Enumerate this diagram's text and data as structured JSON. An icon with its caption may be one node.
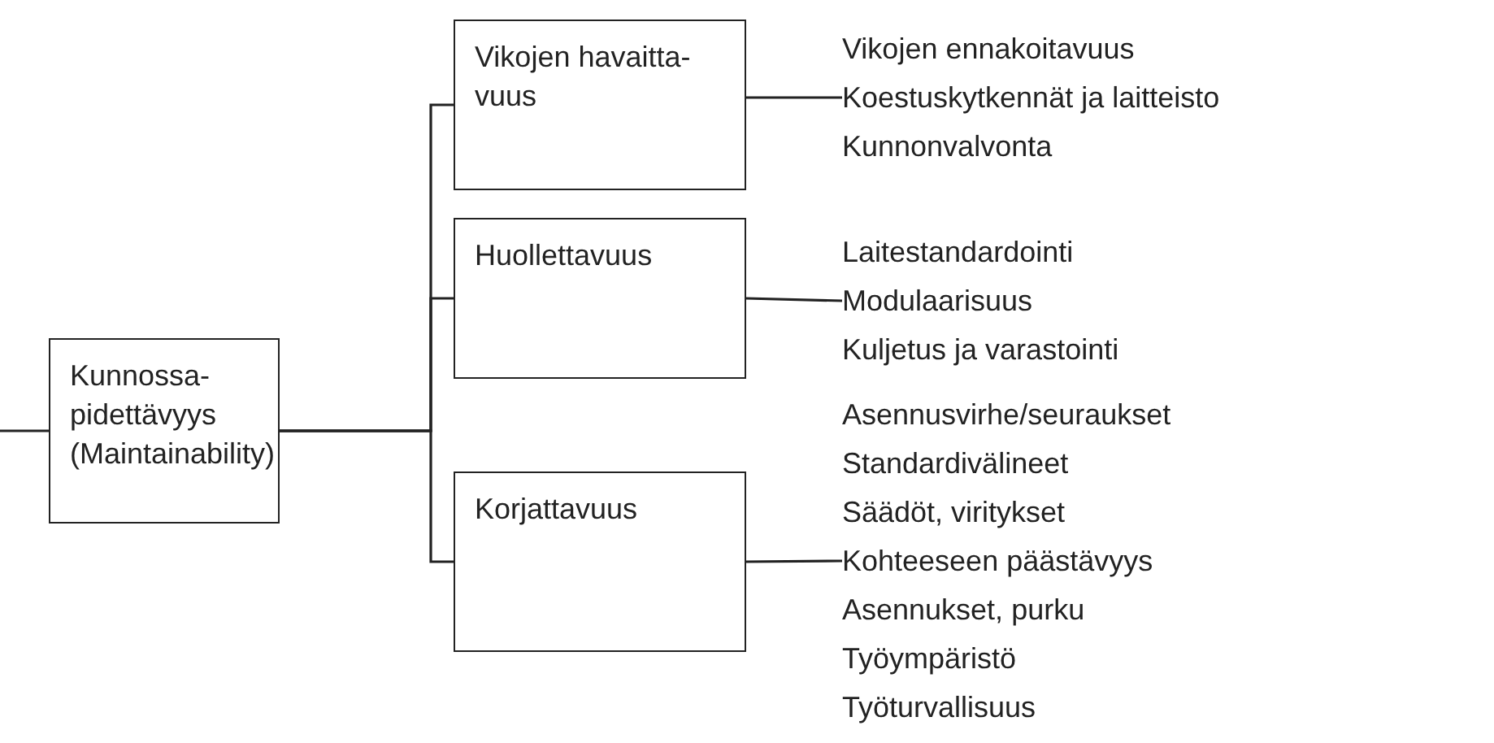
{
  "diagram": {
    "nodes": [
      {
        "text": [
          "Kunnossa-pidettävyys (Maintainability)"
        ]
      },
      {
        "text": [
          "Vikojen havaitta-vuus"
        ]
      },
      {
        "text": [
          "Huollettavuus"
        ]
      },
      {
        "text": [
          "Korjattavuus"
        ]
      },
      {
        "text": [
          "Vikojen ennakoitavuus",
          "Koestuskytkennät ja laitteisto",
          "Kunnonvalvonta"
        ]
      },
      {
        "text": [
          "Laitestandardointi",
          "Modulaarisuus",
          "Kuljetus ja varastointi"
        ]
      },
      {
        "text": [
          "Asennusvirhe/seuraukset",
          "Standardivälineet",
          "Säädöt, viritykset",
          "Kohteeseen päästävyys",
          "Asennukset, purku",
          "Työympäristö",
          "Työturvallisuus"
        ]
      }
    ],
    "edges": [
      {
        "from": null,
        "to": 0,
        "arrow": "none"
      },
      {
        "from": 0,
        "to": 1,
        "arrow": "none"
      },
      {
        "from": 0,
        "to": 2,
        "arrow": "none"
      },
      {
        "from": 0,
        "to": 3,
        "arrow": "none"
      },
      {
        "from": 1,
        "to": 4,
        "arrow": "none"
      },
      {
        "from": 2,
        "to": 5,
        "arrow": "none"
      },
      {
        "from": 3,
        "to": 6,
        "arrow": "none"
      }
    ]
  }
}
